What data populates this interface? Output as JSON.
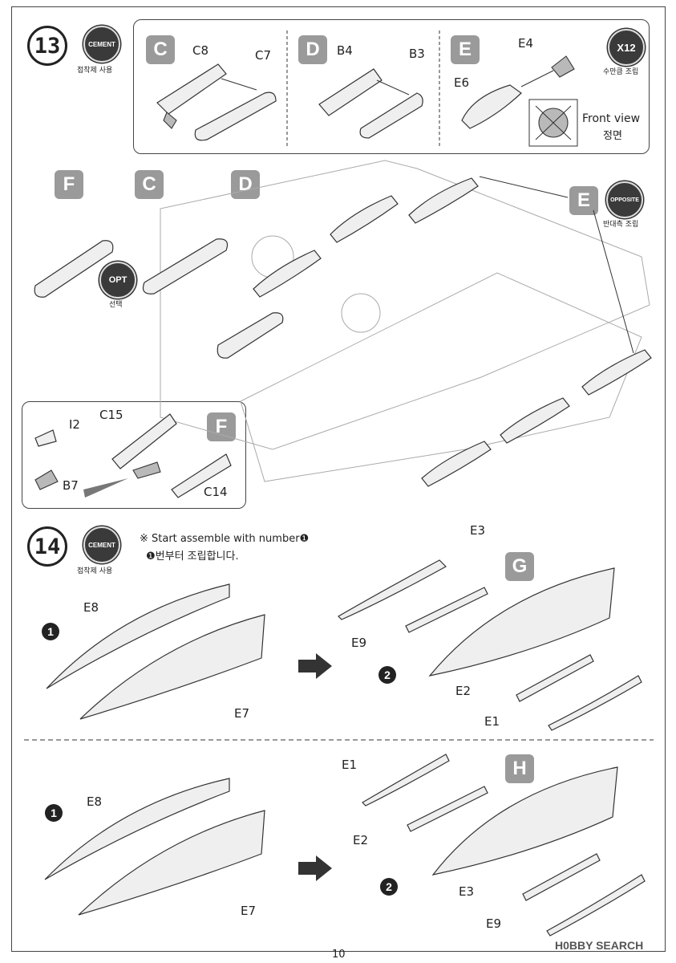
{
  "step13": {
    "number": "13",
    "cement_badge": "CEMENT",
    "cement_caption": "접착제 사용",
    "panel_c": {
      "letter": "C",
      "parts": [
        "C8",
        "C7"
      ]
    },
    "panel_d": {
      "letter": "D",
      "parts": [
        "B4",
        "B3"
      ]
    },
    "panel_e": {
      "letter": "E",
      "parts": [
        "E4",
        "E6"
      ],
      "x12_badge": "X12",
      "x12_caption": "수만큼 조립",
      "front_view_en": "Front view",
      "front_view_ko": "정면"
    },
    "main": {
      "callout_f": "F",
      "callout_c": "C",
      "callout_d": "D",
      "callout_e": "E",
      "opt_badge": "OPT",
      "opt_caption": "선택",
      "opposite_badge": "OPPOSITE",
      "opposite_caption": "반대측 조립"
    },
    "subassembly_f": {
      "letter": "F",
      "parts": [
        "I2",
        "C15",
        "B7",
        "C14"
      ]
    }
  },
  "step14": {
    "number": "14",
    "cement_badge": "CEMENT",
    "cement_caption": "접착제 사용",
    "note_en": "※ Start assemble with number❶",
    "note_ko": "❶번부터 조립합니다.",
    "top": {
      "stage1": "1",
      "stage2": "2",
      "letter": "G",
      "parts_left": [
        "E8",
        "E7"
      ],
      "parts_right": [
        "E3",
        "E9",
        "E2",
        "E1"
      ]
    },
    "bottom": {
      "stage1": "1",
      "stage2": "2",
      "letter": "H",
      "parts_left": [
        "E8",
        "E7"
      ],
      "parts_right": [
        "E1",
        "E2",
        "E3",
        "E9"
      ]
    }
  },
  "page_number": "10",
  "watermark": "H0BBY SEARCH"
}
